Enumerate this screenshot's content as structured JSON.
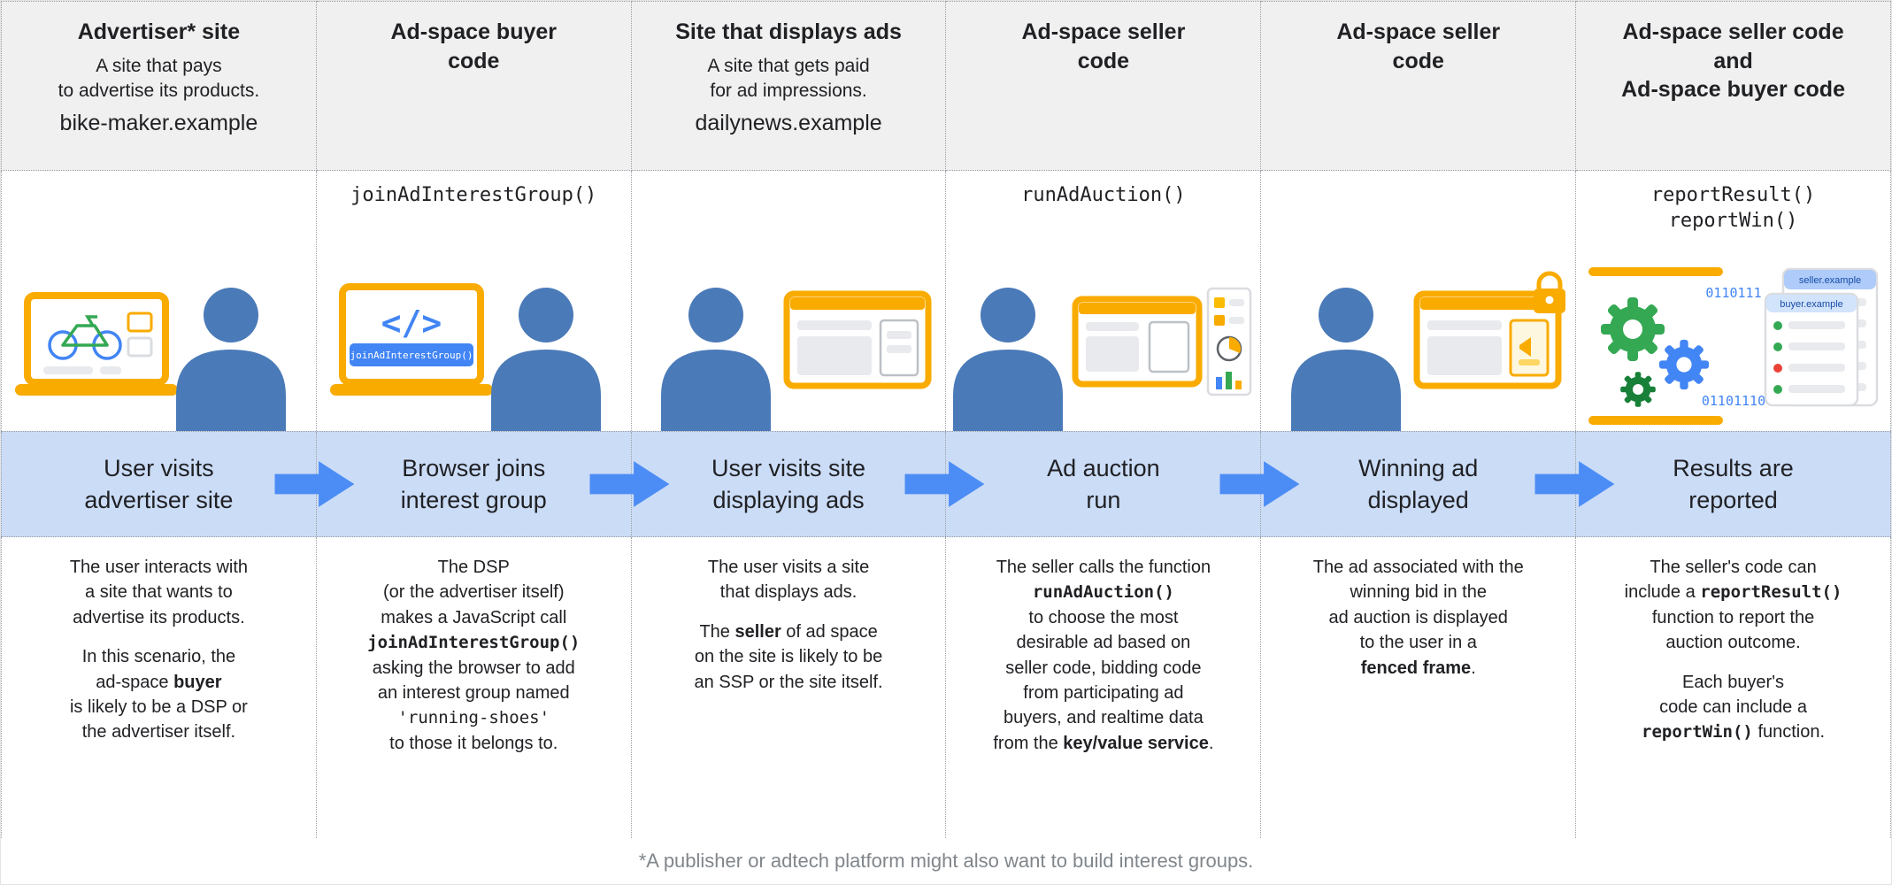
{
  "accent": {
    "blue": "#4285f4",
    "band_blue": "#cbdcf7",
    "arrow_blue": "#4c8df5",
    "gold": "#f9ab00",
    "green": "#34a853",
    "red": "#ea4335",
    "header_bg": "#f0f0f0",
    "person_blue": "#4a7ab8"
  },
  "footer": "*A publisher or adtech platform might also want to build interest groups.",
  "illustrations": {
    "col2": {
      "code_glyph": "</>",
      "screen_code": "joinAdInterestGroup()"
    },
    "col6": {
      "binary_top": "0110111",
      "binary_bottom": "01101110",
      "card_back_label": "seller.example",
      "card_front_label": "buyer.example"
    }
  },
  "columns": [
    {
      "title": [
        {
          "t": "Advertiser* site",
          "b": true
        }
      ],
      "subtitle": "A site that pays\nto advertise its products.",
      "domain": "bike-maker.example",
      "code_label": "",
      "step": "User visits\nadvertiser site",
      "description": [
        [
          {
            "t": "The user interacts with\na site that wants to\nadvertise its products."
          }
        ],
        [
          {
            "t": "In this scenario, the\nad-space "
          },
          {
            "t": "buyer",
            "b": true
          },
          {
            "t": "\nis likely to be a DSP or\nthe advertiser itself."
          }
        ]
      ]
    },
    {
      "title": [
        {
          "t": "Ad-space buyer\ncode",
          "b": true
        }
      ],
      "subtitle": "",
      "domain": "",
      "code_label": "joinAdInterestGroup()",
      "step": "Browser joins\ninterest group",
      "description": [
        [
          {
            "t": "The DSP\n(or the advertiser itself)\nmakes a JavaScript call\n"
          },
          {
            "t": "joinAdInterestGroup()",
            "b": true,
            "m": true
          },
          {
            "t": "\nasking the browser to add\nan interest group named\n"
          },
          {
            "t": "'running-shoes'",
            "m": true
          },
          {
            "t": "\nto those it belongs to."
          }
        ]
      ]
    },
    {
      "title": [
        {
          "t": "Site that displays ads",
          "b": true
        }
      ],
      "subtitle": "A site that gets paid\nfor ad impressions.",
      "domain": "dailynews.example",
      "code_label": "",
      "step": "User visits site\ndisplaying ads",
      "description": [
        [
          {
            "t": "The user visits a site\nthat displays ads."
          }
        ],
        [
          {
            "t": "The "
          },
          {
            "t": "seller",
            "b": true
          },
          {
            "t": " of ad space\non the site is likely to be\nan SSP or the site itself."
          }
        ]
      ]
    },
    {
      "title": [
        {
          "t": "Ad-space seller\ncode",
          "b": true
        }
      ],
      "subtitle": "",
      "domain": "",
      "code_label": "runAdAuction()",
      "step": "Ad auction\nrun",
      "description": [
        [
          {
            "t": "The seller calls the function\n"
          },
          {
            "t": "runAdAuction()",
            "b": true,
            "m": true
          },
          {
            "t": "\nto choose the most\ndesirable ad based on\nseller code, bidding code\nfrom participating ad\nbuyers, and realtime data\nfrom the "
          },
          {
            "t": "key/value service",
            "b": true
          },
          {
            "t": "."
          }
        ]
      ]
    },
    {
      "title": [
        {
          "t": "Ad-space seller\ncode",
          "b": true
        }
      ],
      "subtitle": "",
      "domain": "",
      "code_label": "",
      "step": "Winning ad\ndisplayed",
      "description": [
        [
          {
            "t": "The ad associated with the\nwinning bid in the\nad auction is displayed\nto the user in a\n"
          },
          {
            "t": "fenced frame",
            "b": true
          },
          {
            "t": "."
          }
        ]
      ]
    },
    {
      "title": [
        {
          "t": "Ad-space seller code\n",
          "b": true
        },
        {
          "t": "and\n"
        },
        {
          "t": "Ad-space buyer code",
          "b": true
        }
      ],
      "subtitle": "",
      "domain": "",
      "code_label": "reportResult()\nreportWin()",
      "step": "Results are\nreported",
      "description": [
        [
          {
            "t": "The seller's code can\ninclude a "
          },
          {
            "t": "reportResult()",
            "b": true,
            "m": true
          },
          {
            "t": "\nfunction to report the\nauction outcome."
          }
        ],
        [
          {
            "t": "Each buyer's\ncode can include a\n"
          },
          {
            "t": "reportWin()",
            "b": true,
            "m": true
          },
          {
            "t": " function."
          }
        ]
      ]
    }
  ]
}
